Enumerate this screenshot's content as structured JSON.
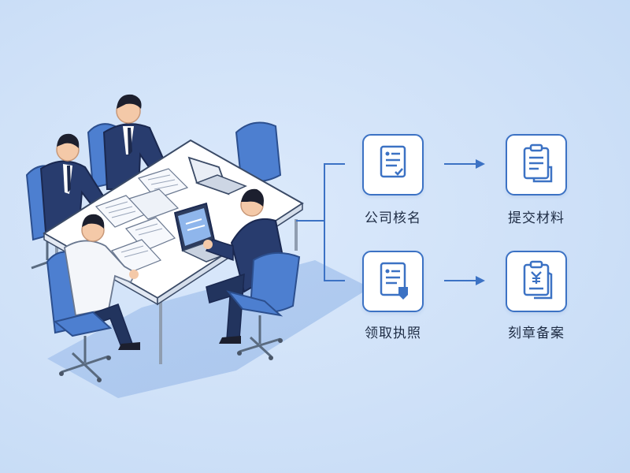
{
  "colors": {
    "background": "#cfe1f8",
    "accent": "#3c72c4",
    "chair": "#4d7fd0",
    "suit": "#283c6e",
    "label_text": "#1e2c44"
  },
  "steps": [
    {
      "label": "公司核名",
      "icon": "checklist-document-icon"
    },
    {
      "label": "提交材料",
      "icon": "clipboard-document-icon"
    },
    {
      "label": "领取执照",
      "icon": "license-certificate-icon"
    },
    {
      "label": "刻章备案",
      "icon": "yen-clipboard-icon"
    }
  ]
}
